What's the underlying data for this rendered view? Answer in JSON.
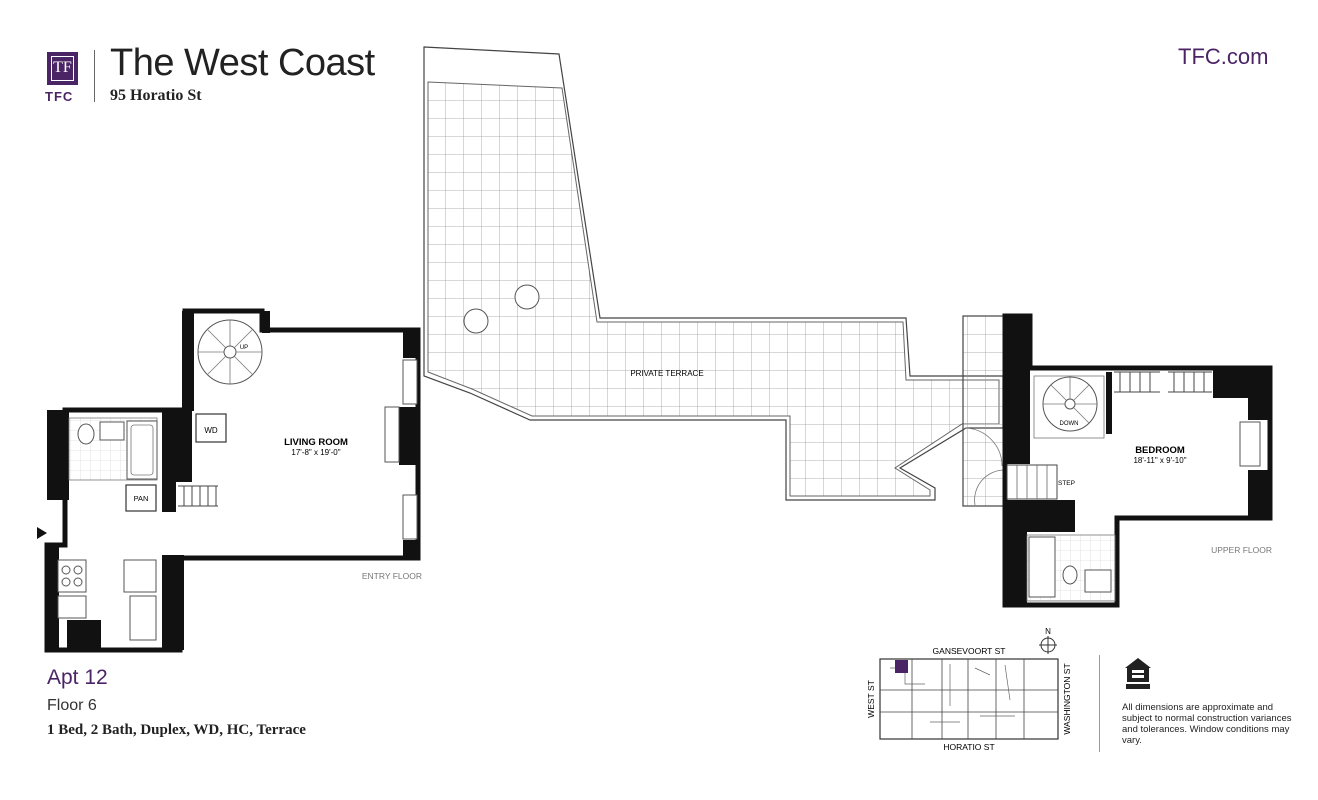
{
  "header": {
    "logo_monogram": "TF",
    "logo_text": "TFC",
    "title": "The West Coast",
    "address": "95 Horatio St",
    "website": "TFC.com"
  },
  "apartment": {
    "unit": "Apt 12",
    "floor": "Floor 6",
    "details": "1 Bed, 2 Bath, Duplex, WD, HC, Terrace"
  },
  "plan": {
    "living_room": {
      "name": "LIVING ROOM",
      "dims": "17'-8\" x 19'-0\""
    },
    "bedroom": {
      "name": "BEDROOM",
      "dims": "18'-11\" x 9'-10\""
    },
    "terrace": {
      "name": "PRIVATE TERRACE"
    },
    "labels": {
      "wd": "WD",
      "pan": "PAN",
      "up": "UP",
      "down": "DOWN",
      "step": "STEP",
      "entry_floor": "ENTRY FLOOR",
      "upper_floor": "UPPER FLOOR"
    }
  },
  "key_map": {
    "north": "N",
    "streets": {
      "north": "GANSEVOORT ST",
      "south": "HORATIO ST",
      "west": "WEST ST",
      "east": "WASHINGTON ST"
    }
  },
  "disclaimer": "All dimensions are approximate and subject to normal construction variances and tolerances. Window conditions may vary.",
  "colors": {
    "brand": "#4b2466",
    "wall": "#111111",
    "line": "#555555"
  }
}
